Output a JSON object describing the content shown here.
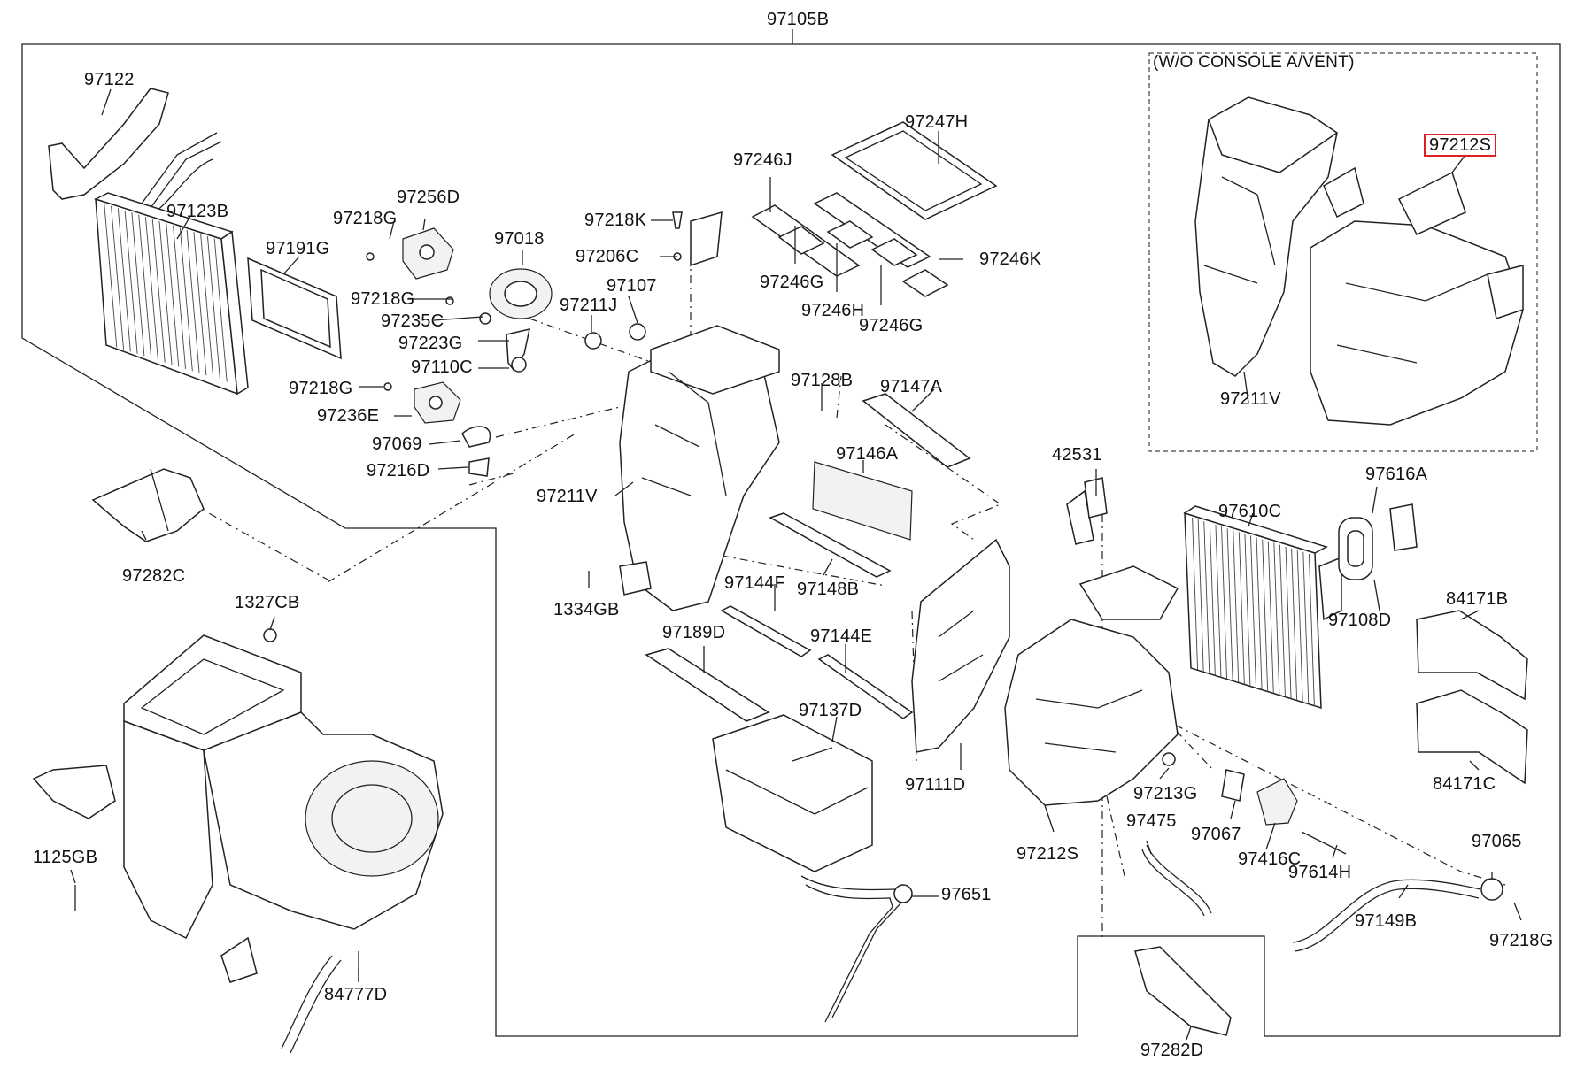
{
  "diagram": {
    "labels": {
      "p97105B": "97105B",
      "p97122": "97122",
      "p97123B": "97123B",
      "p97191G": "97191G",
      "p97218G_a": "97218G",
      "p97256D": "97256D",
      "p97218G_b": "97218G",
      "p97235C": "97235C",
      "p97223G": "97223G",
      "p97110C": "97110C",
      "p97218G_c": "97218G",
      "p97236E": "97236E",
      "p97069": "97069",
      "p97216D": "97216D",
      "p97018": "97018",
      "p97218K": "97218K",
      "p97206C": "97206C",
      "p97107": "97107",
      "p97211J": "97211J",
      "p97246J": "97246J",
      "p97247H": "97247H",
      "p97246G_a": "97246G",
      "p97246H": "97246H",
      "p97246G_b": "97246G",
      "p97246K": "97246K",
      "p97128B": "97128B",
      "p97147A": "97147A",
      "p97146A": "97146A",
      "p97211V_main": "97211V",
      "p1334GB": "1334GB",
      "p97144F": "97144F",
      "p97148B": "97148B",
      "p97189D": "97189D",
      "p97144E": "97144E",
      "p97137D": "97137D",
      "p97111D": "97111D",
      "p97651": "97651",
      "p42531": "42531",
      "p97610C": "97610C",
      "p97616A": "97616A",
      "p97108D": "97108D",
      "p84171B": "84171B",
      "p84171C": "84171C",
      "p97213G": "97213G",
      "p97067": "97067",
      "p97475": "97475",
      "p97416C": "97416C",
      "p97614H": "97614H",
      "p97212S_main": "97212S",
      "p97065": "97065",
      "p97149B": "97149B",
      "p97218G_d": "97218G",
      "p97282D": "97282D",
      "p97282C": "97282C",
      "p1327CB": "1327CB",
      "p1125GB": "1125GB",
      "p84777D": "84777D",
      "p97211V_inset": "97211V",
      "p97212S_inset": "97212S"
    },
    "inset_title": "(W/O CONSOLE A/VENT)",
    "highlight_color": "#e02020"
  }
}
